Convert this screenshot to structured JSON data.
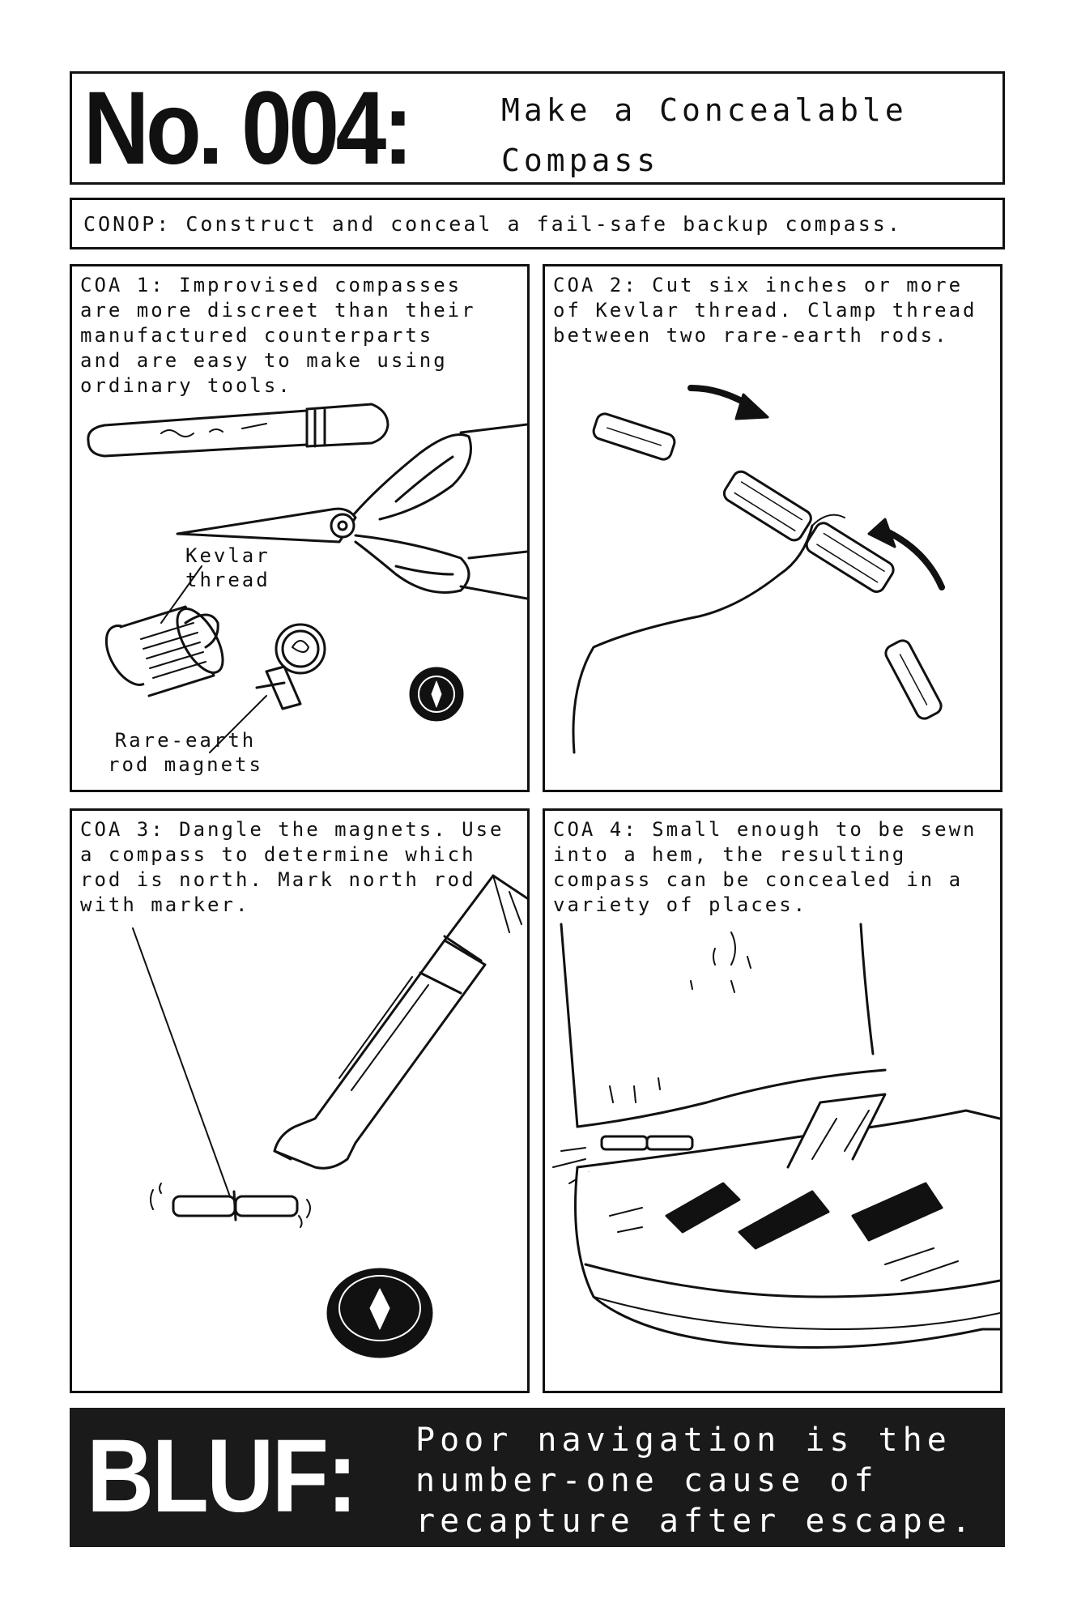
{
  "header": {
    "number": "No. 004:",
    "title_lines": [
      "Make a Concealable",
      "Compass"
    ]
  },
  "conop": {
    "text": "CONOP: Construct and conceal a fail-safe backup compass."
  },
  "panels": [
    {
      "lines": [
        "COA 1: Improvised compasses",
        "are more discreet than their",
        "manufactured counterparts",
        "and are easy to make using",
        "ordinary tools."
      ],
      "labels": {
        "kevlar": "Kevlar\nthread",
        "magnets": "Rare-earth\nrod magnets"
      }
    },
    {
      "lines": [
        "COA 2: Cut six inches or more",
        "of Kevlar thread. Clamp thread",
        "between two rare-earth rods."
      ]
    },
    {
      "lines": [
        "COA 3: Dangle the magnets. Use",
        "a compass to determine which",
        "rod is north. Mark north rod",
        "with marker."
      ]
    },
    {
      "lines": [
        "COA 4: Small enough to be sewn",
        "into a hem, the resulting",
        "compass can be concealed in a",
        "variety of places."
      ]
    }
  ],
  "bluf": {
    "label": "BLUF:",
    "text_lines": [
      "Poor navigation is the",
      "number-one cause of",
      "recapture after escape."
    ]
  }
}
